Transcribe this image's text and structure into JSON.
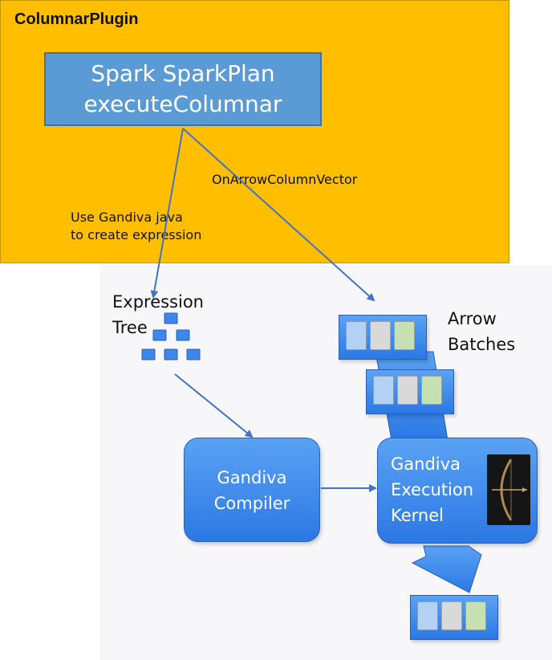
{
  "plugin": {
    "title": "ColumnarPlugin"
  },
  "spark_box": {
    "line1": "Spark SparkPlan",
    "line2": "executeColumnar"
  },
  "edges": {
    "expression_label_line1": "Use Gandiva java",
    "expression_label_line2": "to create expression",
    "vector_label": "OnArrowColumnVector"
  },
  "expression_tree": {
    "line1": "Expression",
    "line2": "Tree"
  },
  "arrow_batches": {
    "line1": "Arrow",
    "line2": "Batches"
  },
  "compiler": {
    "line1": "Gandiva",
    "line2": "Compiler"
  },
  "kernel": {
    "line1": "Gandiva",
    "line2": "Execution",
    "line3": "Kernel"
  },
  "colors": {
    "plugin_bg": "#ffbf00",
    "spark_box": "#5b9bd5",
    "engine_blue": "#2c78e4",
    "arrow_line": "#4472c4",
    "cell_blue": "#b3d1f2",
    "cell_gray": "#d9d9d9",
    "cell_green": "#c6e0b4"
  },
  "icons": {
    "kernel_image": "bow-and-arrow-icon"
  }
}
